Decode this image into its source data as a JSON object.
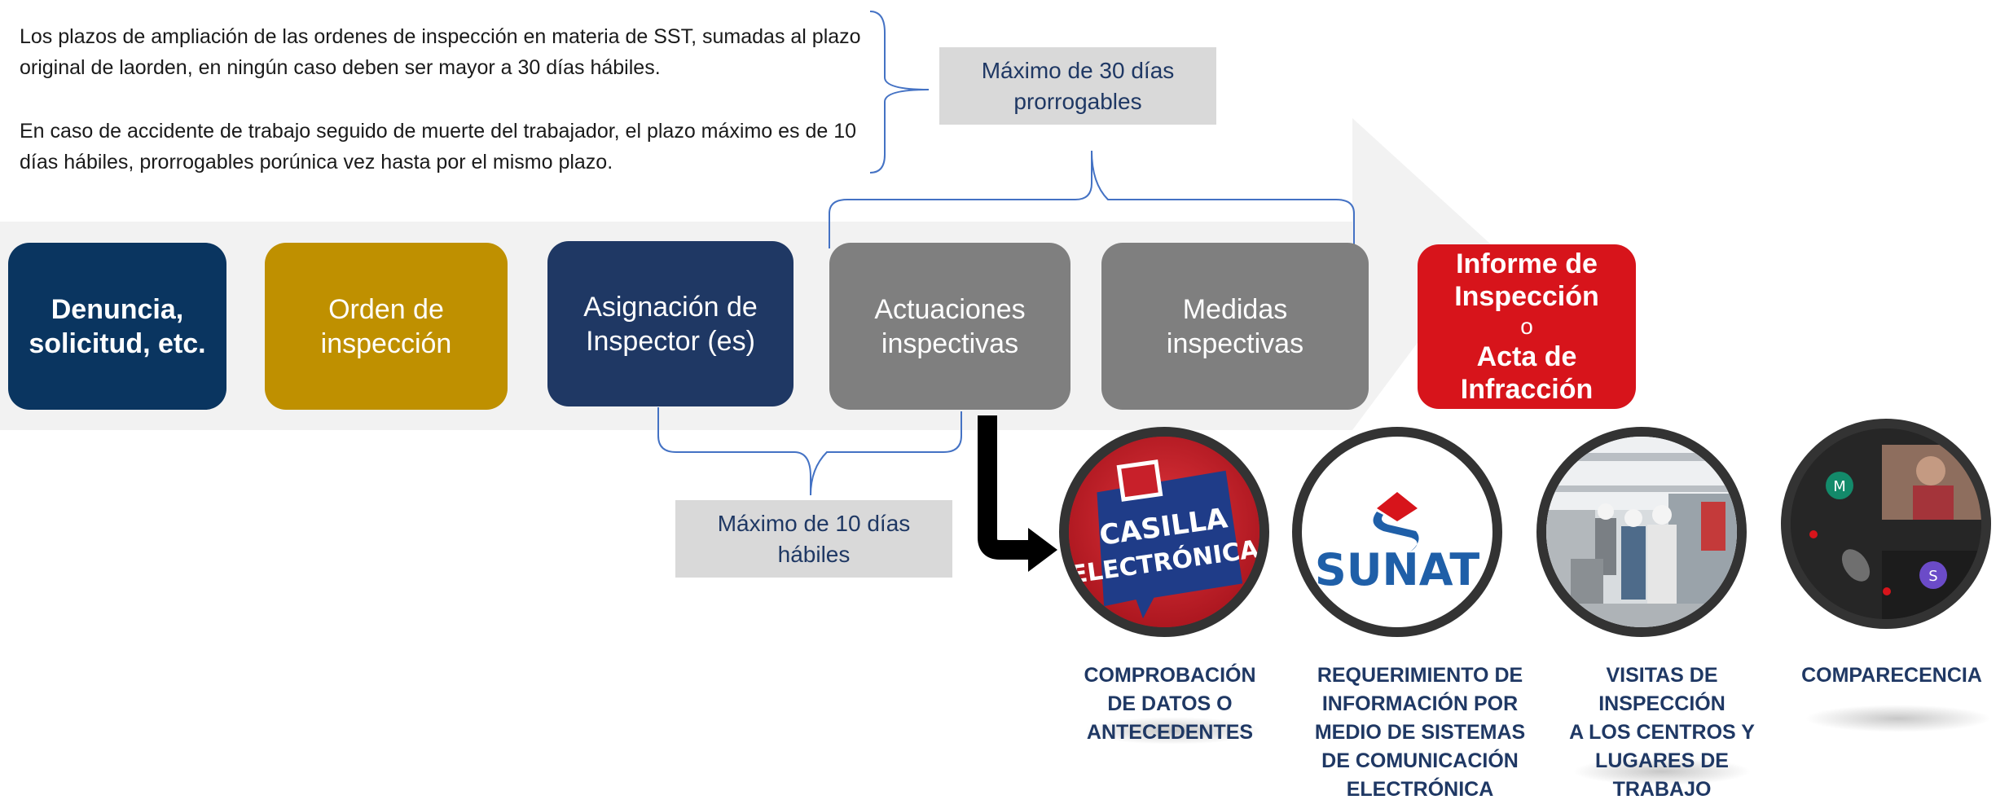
{
  "notes": {
    "note1": "Los plazos de ampliación de las ordenes de inspección en materia de SST, sumadas al plazo original de laorden, en ningún caso deben ser mayor a 30 días hábiles.",
    "note2": "En caso de accidente de trabajo seguido de muerte del trabajador, el plazo máximo es de 10 días hábiles, prorrogables porúnica vez hasta por el mismo plazo."
  },
  "labels": {
    "max30_line1": "Máximo de 30 días",
    "max30_line2": "prorrogables",
    "max10_line1": "Máximo de 10 días",
    "max10_line2": "hábiles"
  },
  "steps": [
    {
      "line1": "Denuncia,",
      "line2": "solicitud, etc.",
      "color": "#0a3560"
    },
    {
      "line1": "Orden de",
      "line2": "inspección",
      "color": "#bf9000"
    },
    {
      "line1": "Asignación de",
      "line2": "Inspector (es)",
      "color": "#1f3864"
    },
    {
      "line1": "Actuaciones",
      "line2": "inspectivas",
      "color": "#7f7f7f"
    },
    {
      "line1": "Medidas",
      "line2": "inspectivas",
      "color": "#7f7f7f"
    }
  ],
  "final_step": {
    "line1": "Informe de",
    "line2": "Inspección",
    "line3": "o",
    "line4": "Acta de",
    "line5": "Infracción",
    "color": "#d7141b"
  },
  "actions": [
    {
      "icon": "casilla-electronica-logo",
      "logo_line1": "CASILLA",
      "logo_line2": "ELECTRÓNICA",
      "caption": [
        "COMPROBACIÓN",
        "DE DATOS O",
        "ANTECEDENTES"
      ]
    },
    {
      "icon": "sunat-logo",
      "logo_text": "SUNAT",
      "caption": [
        "REQUERIMIENTO DE",
        "INFORMACIÓN POR",
        "MEDIO DE SISTEMAS",
        "DE COMUNICACIÓN",
        "ELECTRÓNICA"
      ]
    },
    {
      "icon": "inspection-visit-photo",
      "caption": [
        "VISITAS DE",
        "INSPECCIÓN",
        "A LOS CENTROS Y",
        "LUGARES DE",
        "TRABAJO"
      ]
    },
    {
      "icon": "video-call-photo",
      "avatar_m": "M",
      "avatar_s": "S",
      "caption": [
        "COMPARECENCIA"
      ]
    }
  ],
  "colors": {
    "bracket": "#4472c4",
    "caption": "#1f3864",
    "arrow_band": "#f2f2f2"
  }
}
